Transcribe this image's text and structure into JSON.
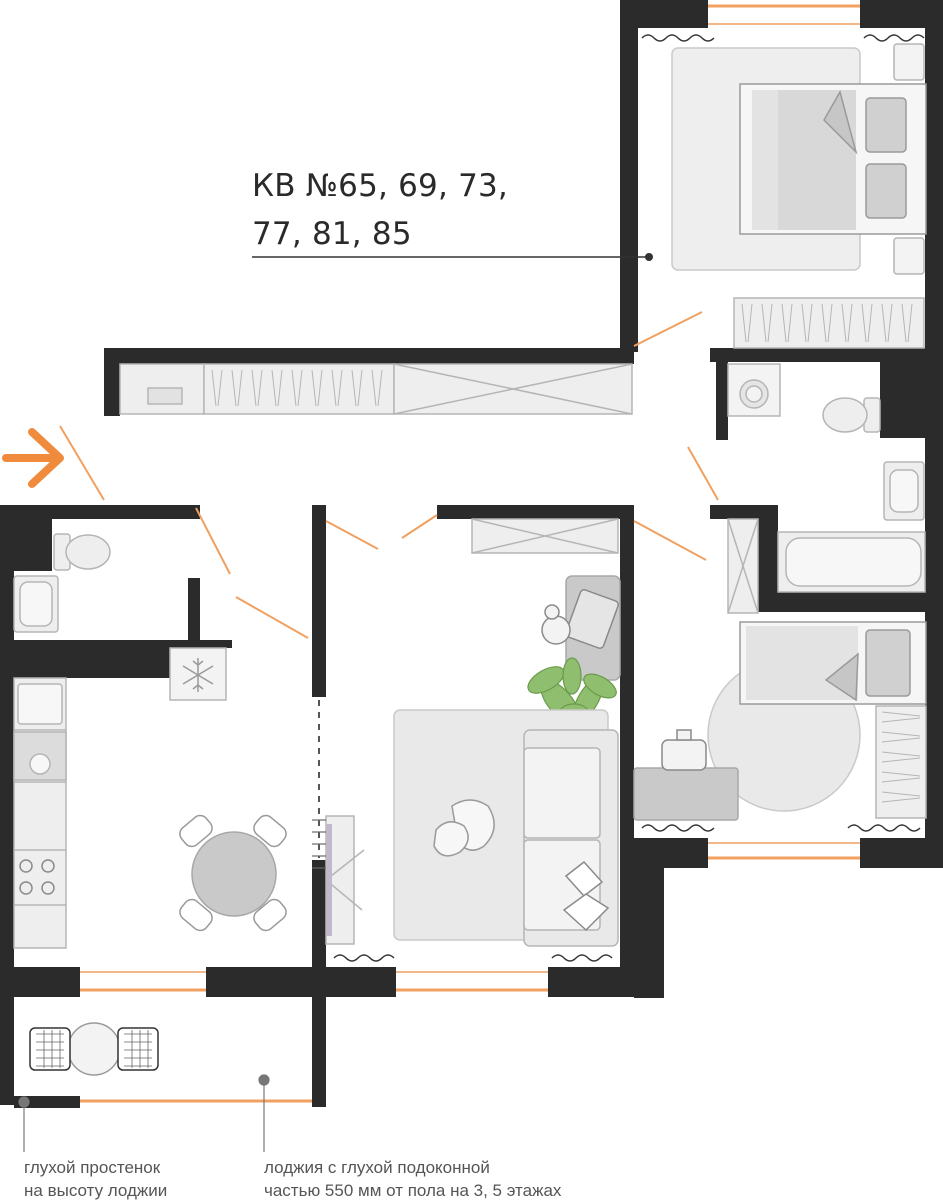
{
  "title": {
    "line1": "КВ №65, 69, 73,",
    "line2": "77, 81, 85"
  },
  "notes": {
    "left_line1": "глухой простенок",
    "left_line2": "на высоту лоджии",
    "right_line1": "лоджия с глухой подоконной",
    "right_line2": "частью 550 мм от пола на 3, 5 этажах"
  },
  "icons": {
    "entrance": "arrow-right-icon",
    "fridge": "snowflake-icon",
    "cushion": "leaf-icon"
  },
  "colors": {
    "wall": "#2b2b2b",
    "window": "#f0a060",
    "door_arc": "#f0a060",
    "arrow": "#f08a3c",
    "furniture_fill": "#eeeeee",
    "furniture_dark": "#c9c9c9",
    "furniture_stroke": "#b5b5b5",
    "plant": "#8fbf6e",
    "text": "#2a2a2a",
    "note": "#555555"
  }
}
